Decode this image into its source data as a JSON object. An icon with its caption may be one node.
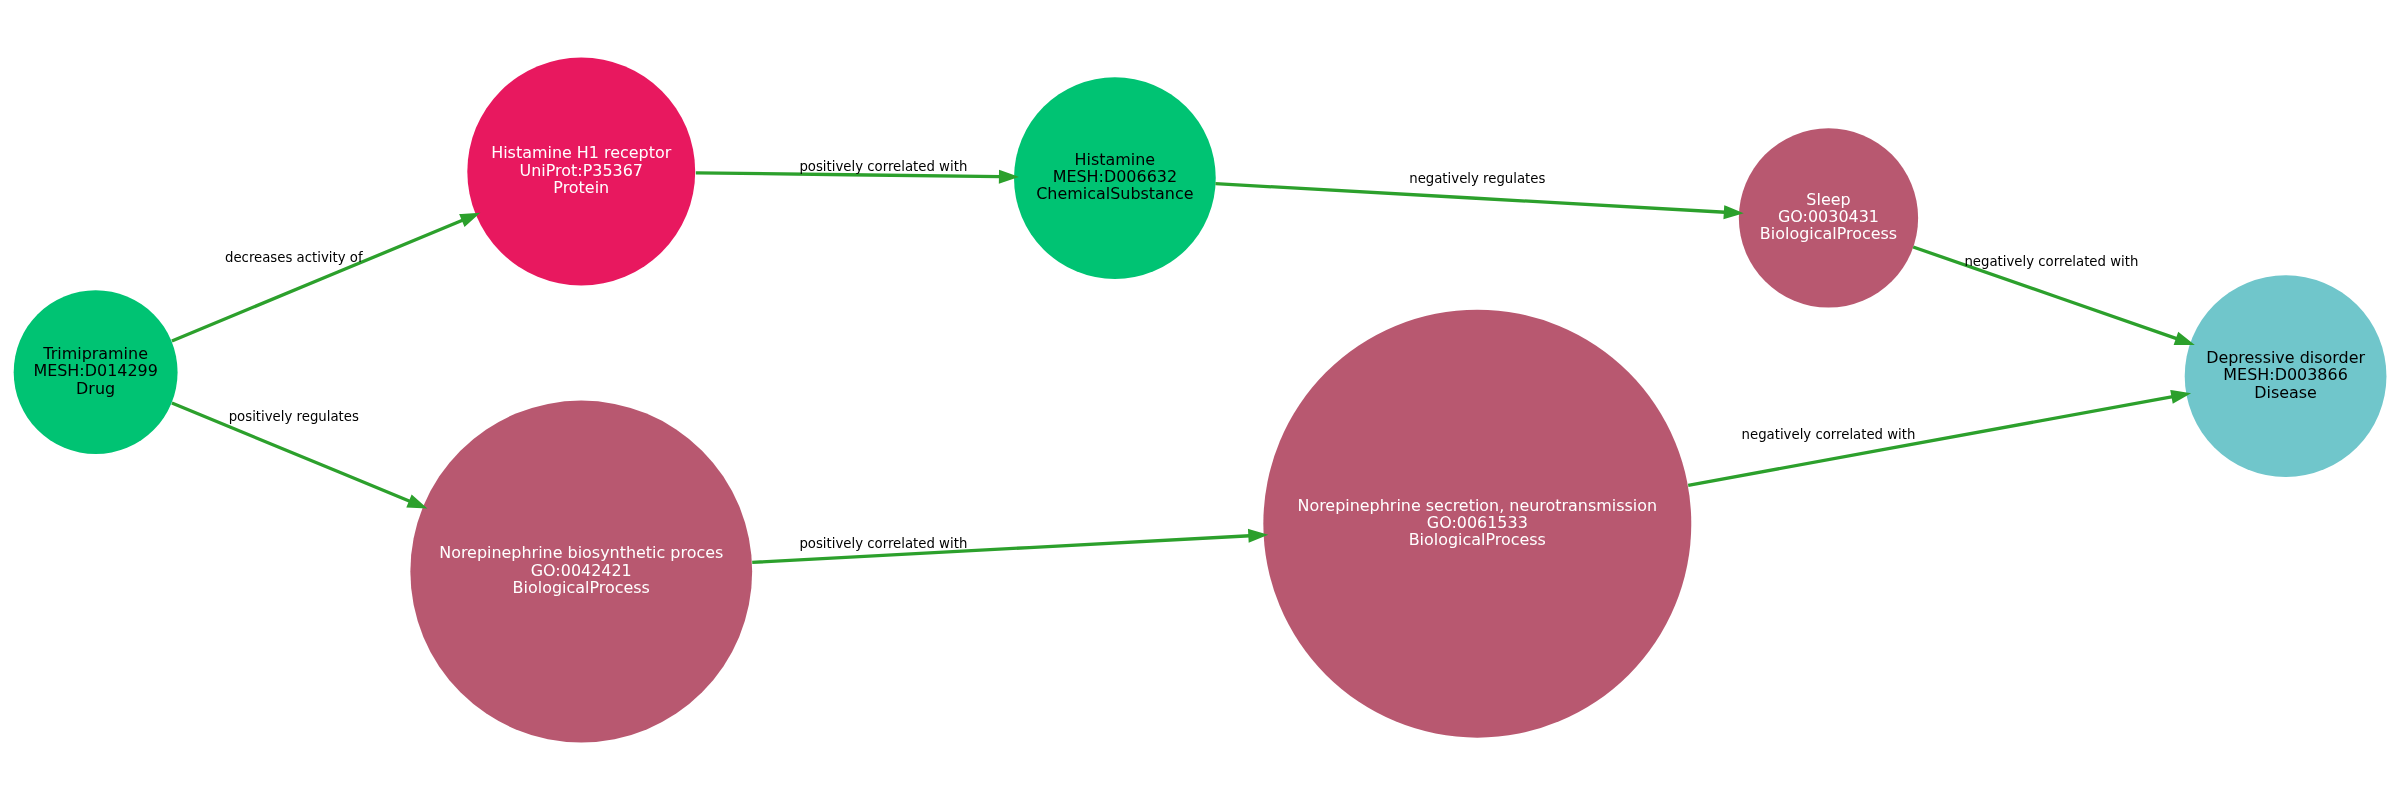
{
  "diagram": {
    "nodes": [
      {
        "text": [
          "Trimipramine",
          "MESH:D014299",
          "Drug"
        ]
      },
      {
        "text": [
          "Histamine H1 receptor",
          "UniProt:P35367",
          "Protein"
        ]
      },
      {
        "text": [
          "Histamine",
          "MESH:D006632",
          "ChemicalSubstance"
        ]
      },
      {
        "text": [
          "Sleep",
          "GO:0030431",
          "BiologicalProcess"
        ]
      },
      {
        "text": [
          "Depressive disorder",
          "MESH:D003866",
          "Disease"
        ]
      },
      {
        "text": [
          "Norepinephrine biosynthetic proces",
          "GO:0042421",
          "BiologicalProcess"
        ]
      },
      {
        "text": [
          "Norepinephrine secretion, neurotransmission",
          "GO:0061533",
          "BiologicalProcess"
        ]
      }
    ],
    "edges": [
      {
        "from": 0,
        "to": 1,
        "arrow": "to",
        "label": "decreases activity of"
      },
      {
        "from": 1,
        "to": 2,
        "arrow": "to",
        "label": "positively correlated with"
      },
      {
        "from": 2,
        "to": 3,
        "arrow": "to",
        "label": "negatively regulates"
      },
      {
        "from": 3,
        "to": 4,
        "arrow": "to",
        "label": "negatively correlated with"
      },
      {
        "from": 0,
        "to": 5,
        "arrow": "to",
        "label": "positively regulates"
      },
      {
        "from": 5,
        "to": 6,
        "arrow": "to",
        "label": "positively correlated with"
      },
      {
        "from": 6,
        "to": 4,
        "arrow": "to",
        "label": "negatively correlated with"
      }
    ]
  }
}
